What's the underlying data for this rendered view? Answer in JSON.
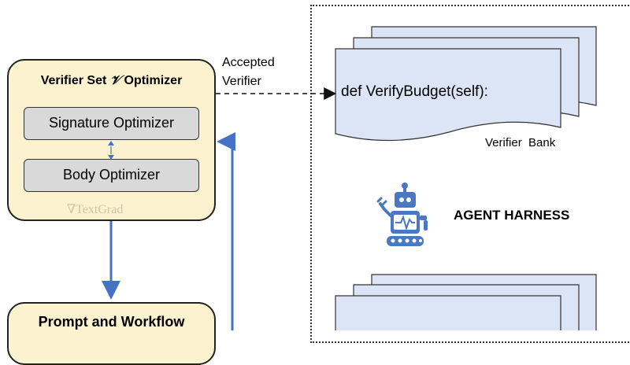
{
  "optimizer": {
    "title_prefix": "Verifier Set ",
    "title_symbol": "𝒱",
    "title_suffix": " Optimizer",
    "signature_label": "Signature Optimizer",
    "body_label": "Body Optimizer",
    "textgrad_label": "∇TextGrad"
  },
  "prompt_box": {
    "title": "Prompt and Workflow"
  },
  "edge_labels": {
    "accepted_line1": "Accepted",
    "accepted_line2": "Verifier"
  },
  "verifier_bank": {
    "code": "def VerifyBudget(self):",
    "label": "Verifier  Bank"
  },
  "harness": {
    "label": "AGENT HARNESS"
  },
  "colors": {
    "box_fill": "#fdf2cf",
    "inner_fill": "#d9d9d9",
    "doc_fill": "#dbe5f6",
    "arrow_blue": "#4472c4",
    "robot_blue": "#4a78c2"
  }
}
